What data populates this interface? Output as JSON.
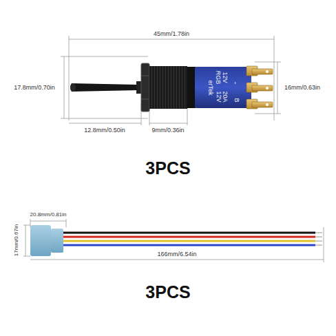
{
  "diagram": {
    "labels": [
      "45mm/1.78in",
      "17.8mm/0.70in",
      "12V",
      "RGB",
      "20A",
      "12V",
      "erTek",
      "B",
      "-",
      "16mm/0.63in",
      "12.8mm/0.50in",
      "9mm/0.36in",
      "3PCS",
      "20.8mm/0.81in",
      "17mm/0.67in",
      "166mm/6.54in",
      "3PCS"
    ]
  }
}
